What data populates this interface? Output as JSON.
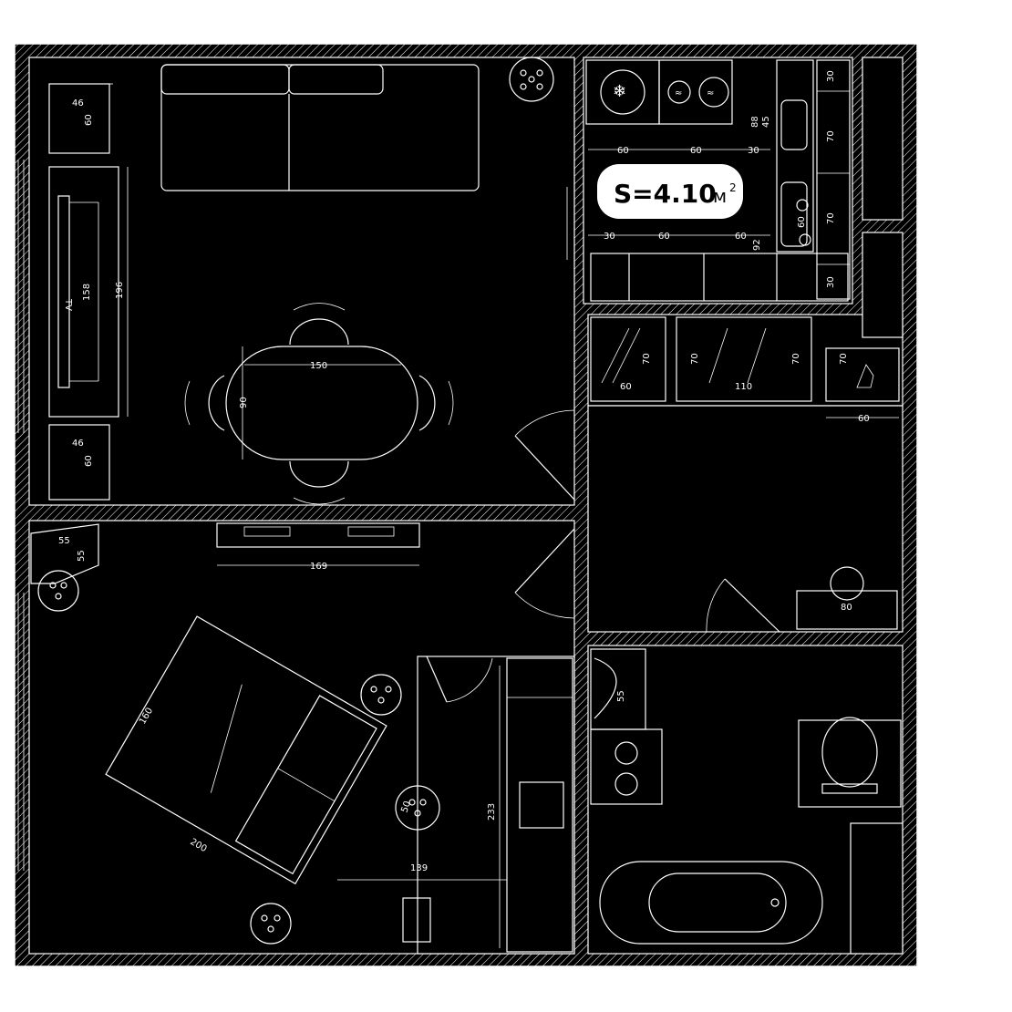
{
  "area_label": {
    "prefix": "S=4.10",
    "unit": "м",
    "exp": "2"
  },
  "living": {
    "nightstand_top_w": "46",
    "nightstand_top_d": "60",
    "tv_label": "TV",
    "tv_width": "158",
    "tv_unit_length": "196",
    "nightstand_bottom_w": "46",
    "nightstand_bottom_d": "60",
    "table_length": "150",
    "table_width": "90"
  },
  "kitchen": {
    "top_60a": "60",
    "top_60b": "60",
    "top_30": "30",
    "side_45": "45",
    "side_88": "88",
    "bottom_30": "30",
    "bottom_60a": "60",
    "bottom_60b": "60",
    "side_92": "92",
    "sink_60": "60",
    "col_30a": "30",
    "col_70a": "70",
    "col_70b": "70",
    "col_30b": "30"
  },
  "wardrobe": {
    "depth_a": "70",
    "depth_b": "70",
    "depth_c": "70",
    "depth_d": "70",
    "width_60": "60",
    "width_110": "110",
    "shoe_60": "60"
  },
  "hall": {
    "bench_80": "80"
  },
  "bedroom": {
    "corner_w": "55",
    "corner_d": "55",
    "radiator_169": "169",
    "bed_160": "160",
    "bed_200": "200",
    "lamp_50": "50",
    "closet_233": "233",
    "closet_139": "139"
  },
  "bath": {
    "sink_55": "55"
  }
}
